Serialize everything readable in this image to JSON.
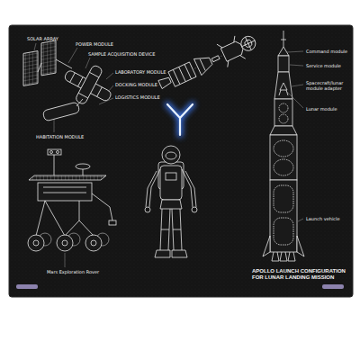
{
  "diagram": {
    "labels": [
      "SOLAR ARRAY",
      "POWER MODULE",
      "SAMPLE ACQUISITION DEVICE",
      "LABORATORY MODULE",
      "DOCKING MODULE",
      "LOGISTICS MODULE",
      "HABITATION MODULE",
      "Command module",
      "Service module",
      "Spacecraft/lunar module adapter",
      "Lunar module",
      "Launch vehicle",
      "Mars Exploration Rover",
      "APOLLO LAUNCH CONFIGURATION FOR LUNAR LANDING MISSION"
    ]
  }
}
